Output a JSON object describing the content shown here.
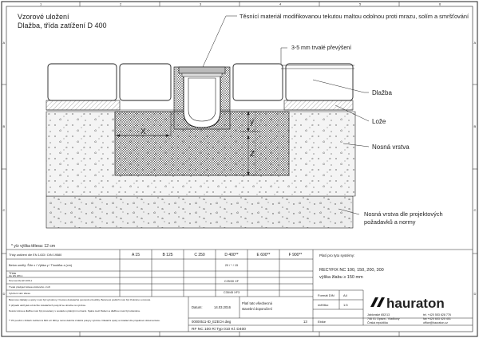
{
  "header": {
    "title_line1": "Vzorové uložení",
    "title_line2": "Dlažba, třída zatížení D 400"
  },
  "annotations": {
    "sealant": "Těsnící materiál modifikovanou tekutou maltou odolnou proti mrazu, solím a smršťování",
    "tolerance": "3-5 mm trvalé převýšení",
    "paving": "Dlažba",
    "bed": "Lože",
    "bearing_layer": "Nosná vrstva",
    "subbase": "Nosná vrstva dle projektových požadavků a normy",
    "dim_x": "X",
    "dim_y": "y",
    "dim_z": "Z",
    "note_yz": "* y/z výška tělesa: 12 cm"
  },
  "frame": {
    "cols": [
      "1",
      "2",
      "3",
      "4",
      "5",
      "6"
    ],
    "rows": [
      "A",
      "B",
      "C",
      "D"
    ]
  },
  "table": {
    "header_left": "Třídy zatížení dle EN 1433 / DIN 19580",
    "load_classes": [
      "A 15",
      "B 125",
      "C 250",
      "D 400**",
      "E 600**",
      "F 900**"
    ],
    "row_concrete": "Beton umělý: Šíře x / Výška y / Tloušťka z (cm)",
    "row_concrete_values": [
      "",
      "",
      "",
      "20 / * / 15",
      "",
      ""
    ],
    "row_class_label": "Třída",
    "row_class_sub": "dle EN 206-1",
    "row_class_values": [
      "",
      "",
      "",
      "C25/30 XF",
      "",
      ""
    ],
    "row_class2_values": [
      "",
      "",
      "",
      "C35/45 XF3",
      "",
      ""
    ],
    "small_rows": [
      "Pevnost dle EN 206-1",
      "Trvalé předpjetí tělesa uloženého v loži",
      "Vyložení stěn tělesa",
      "Vyložení stěn betonovým podložím"
    ],
    "applies_label": "Platí pro tyto systémy:",
    "applies_systems": "RECYFIX NC 100, 150, 200, 300",
    "applies_height": "výška žlabu ≥ 150 mm",
    "notes": [
      "Betonové základy a opěry musí být vytvořeny z betonu dostatečné pevnosti a tloušťky. Betonové podloží musí být zhutněno a únosné.",
      "V případě odchylek od těchto instalačních pokynů se obraťte na výrobce.",
      "Nosná vrstva a dlažba musí být provedeny v souladu s platnými normami. Spára mezi žlabem a dlažbou musí být utěsněna.",
      "** Při použití v třídách zatížení E 600 a F 900 je nutné dodržet zvláštní pokyny výrobce. Dilatační spáry a instalaci dle projektové dokumentace."
    ],
    "date_label": "Datum:",
    "date_value": "14.03.2016",
    "desc_line1": "Platí tato všeobecná",
    "desc_line2": "stavební doporučení",
    "file_name": "00000511-ID_EZECH.dwg",
    "sheet_no": "13",
    "format_label": "Formát DIN",
    "format_value": "A4",
    "scale_label": "měřítko",
    "scale_value": "1:5",
    "unit_label": "Ebike",
    "drawing_ref": "RF NC 100 Ri Typ 010 Kl. D400",
    "company": {
      "logo": "hauraton",
      "address1": "Jablonské 652/13",
      "address2": "746 01 Opava - Vlaďkovy",
      "address3": "Česká republika",
      "phone": "tel. +420 553 628 776",
      "fax": "fax +420 603 420 401",
      "email": "office@hauraton.cz"
    }
  },
  "colors": {
    "line": "#222222",
    "concrete_fill": "#f2f2f2",
    "paving_fill": "#ffffff",
    "hatch": "#444444",
    "grating": "#bbbbbb"
  }
}
